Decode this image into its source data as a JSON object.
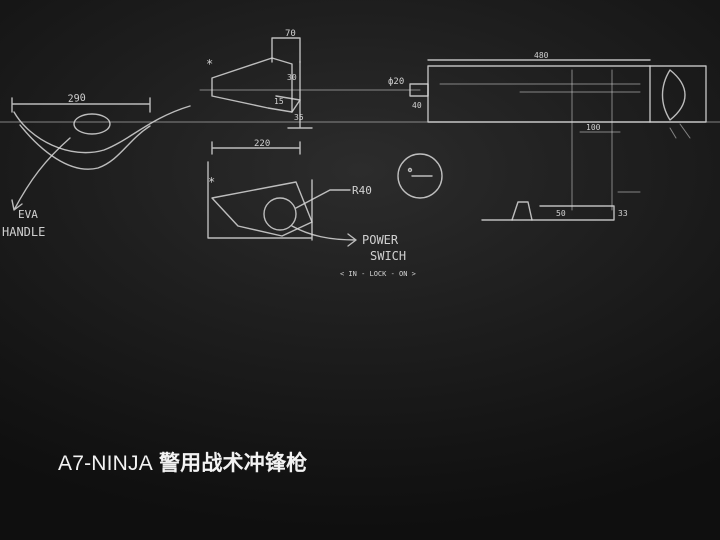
{
  "sketch_notes": {
    "dim_290": "290",
    "dim_70": "70",
    "dim_220": "220",
    "dim_30": "30",
    "dim_15": "15",
    "dim_35": "35",
    "dim_phi20": "ф20",
    "dim_40": "40",
    "dim_480": "480",
    "dim_100": "100",
    "dim_50": "50",
    "dim_33": "33",
    "r40": "R40",
    "eva_line1": "EVA",
    "eva_line2": "HANDLE",
    "power_line1": "POWER",
    "power_line2": "SWICH",
    "lock_note": "< IN - LOCK - ON >",
    "star": "*"
  },
  "caption": {
    "model": "A7-NINJA",
    "name": "警用战术冲锋枪"
  }
}
